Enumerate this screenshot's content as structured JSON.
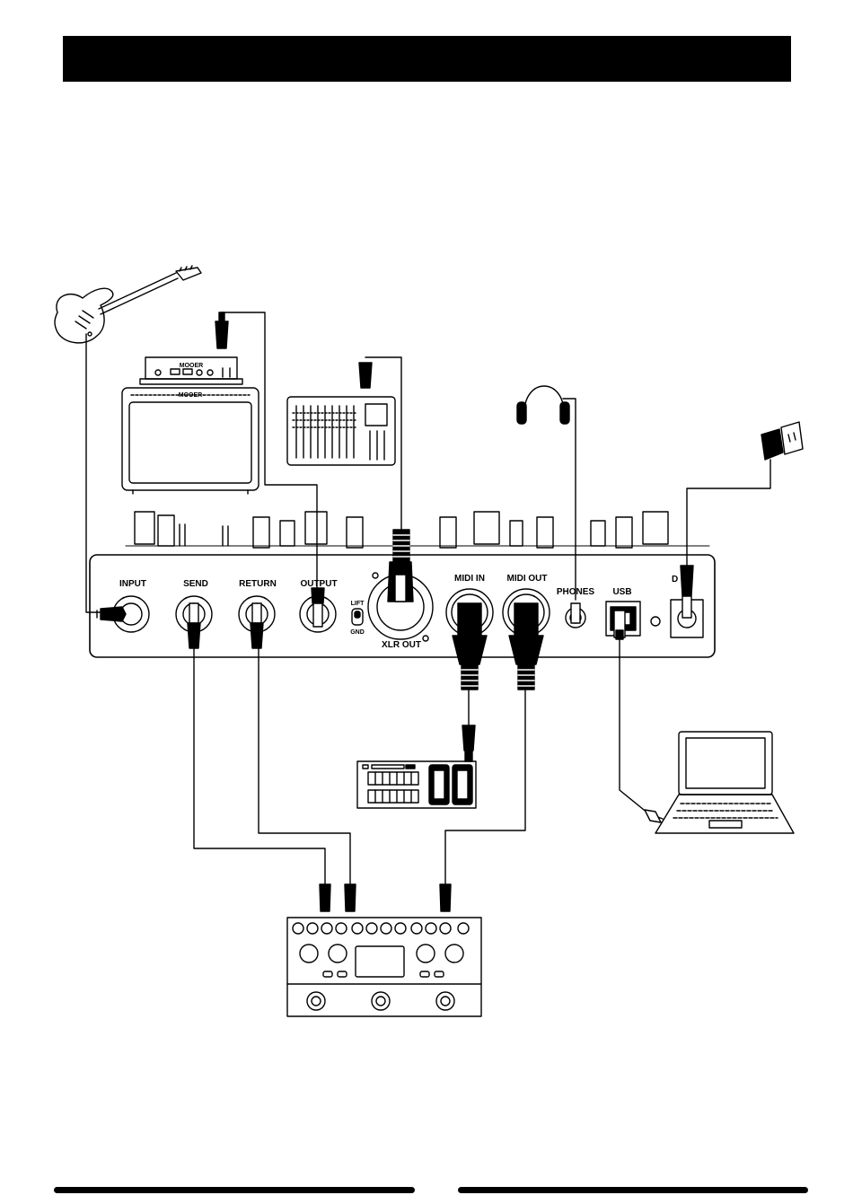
{
  "header": {
    "title": ""
  },
  "panel": {
    "jacks": {
      "input": "INPUT",
      "send": "SEND",
      "return": "RETURN",
      "output": "OUTPUT",
      "xlr_out": "XLR OUT",
      "midi_in": "MIDI IN",
      "midi_out": "MIDI OUT",
      "phones": "PHONES",
      "usb": "USB",
      "dc": "D"
    },
    "ground_switch": {
      "lift": "LIFT",
      "gnd": "GND"
    }
  },
  "devices": {
    "amp_head_brand": "MOOER",
    "amp_grille_brand": "MOOER"
  },
  "colors": {
    "ink": "#000000",
    "paper": "#ffffff"
  }
}
